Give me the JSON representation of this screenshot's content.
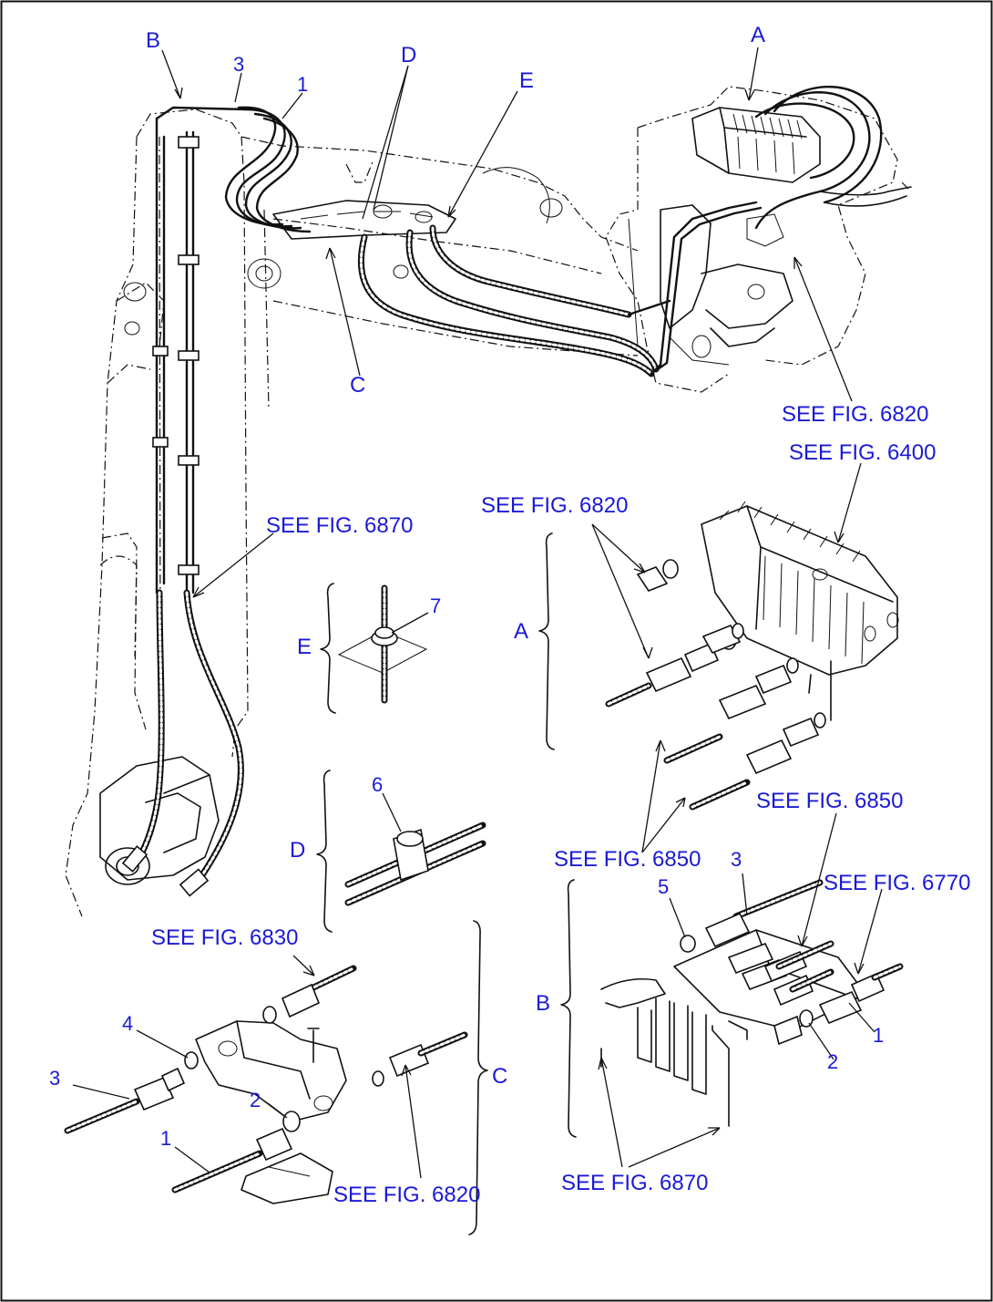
{
  "labels": {
    "view_A_top": "A",
    "view_B_top": "B",
    "view_C_top": "C",
    "view_D_top": "D",
    "view_E_top": "E",
    "item_1_top": "1",
    "item_3_top": "3",
    "detail_A": "A",
    "detail_B": "B",
    "detail_C": "C",
    "detail_D": "D",
    "detail_E": "E",
    "item_1_C": "1",
    "item_2_C": "2",
    "item_3_C": "3",
    "item_4_C": "4",
    "item_6_D": "6",
    "item_7_E": "7",
    "item_1_B": "1",
    "item_2_B": "2",
    "item_3_B": "3",
    "item_5_B": "5"
  },
  "references": {
    "ref_6820_top": "SEE FIG. 6820",
    "ref_6400": "SEE FIG. 6400",
    "ref_6820_A": "SEE FIG. 6820",
    "ref_6870_arm": "SEE FIG. 6870",
    "ref_6850_top": "SEE FIG. 6850",
    "ref_6850_mid": "SEE FIG. 6850",
    "ref_6770": "SEE FIG. 6770",
    "ref_6830": "SEE FIG. 6830",
    "ref_6820_C": "SEE FIG. 6820",
    "ref_6870_B": "SEE FIG. 6870"
  },
  "colors": {
    "label": "#1a1ad6",
    "line": "#111111",
    "background": "#ffffff"
  }
}
